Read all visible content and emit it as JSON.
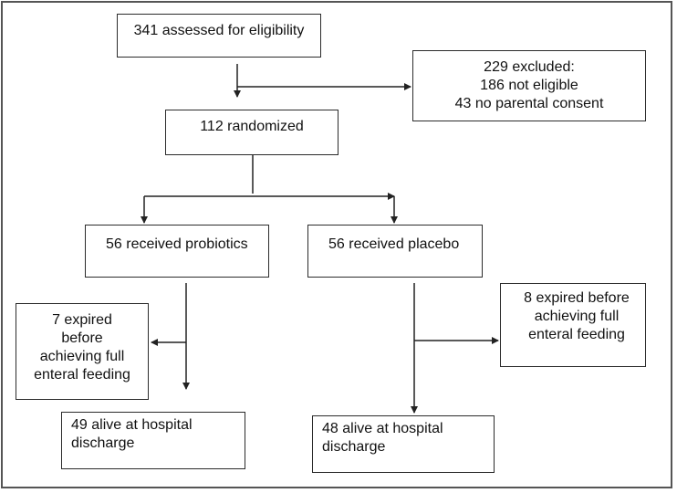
{
  "flowchart": {
    "assessed": {
      "lines": [
        "341 assessed for eligibility"
      ]
    },
    "excluded": {
      "lines": [
        "229 excluded:",
        "186 not eligible",
        "43 no parental consent"
      ]
    },
    "randomized": {
      "lines": [
        "112 randomized"
      ]
    },
    "probiotics": {
      "lines": [
        "56 received probiotics"
      ]
    },
    "placebo": {
      "lines": [
        "56 received placebo"
      ]
    },
    "expired_probiotics": {
      "lines": [
        "7 expired",
        "before",
        "achieving full",
        "enteral feeding"
      ]
    },
    "expired_placebo": {
      "lines": [
        "8 expired before",
        "achieving full",
        "enteral feeding"
      ]
    },
    "alive_probiotics": {
      "lines": [
        "49 alive at hospital",
        "discharge"
      ]
    },
    "alive_placebo": {
      "lines": [
        "48 alive at hospital",
        "discharge"
      ]
    }
  },
  "colors": {
    "line": "#222222",
    "border": "#2b2b2b",
    "frame": "#555555"
  }
}
